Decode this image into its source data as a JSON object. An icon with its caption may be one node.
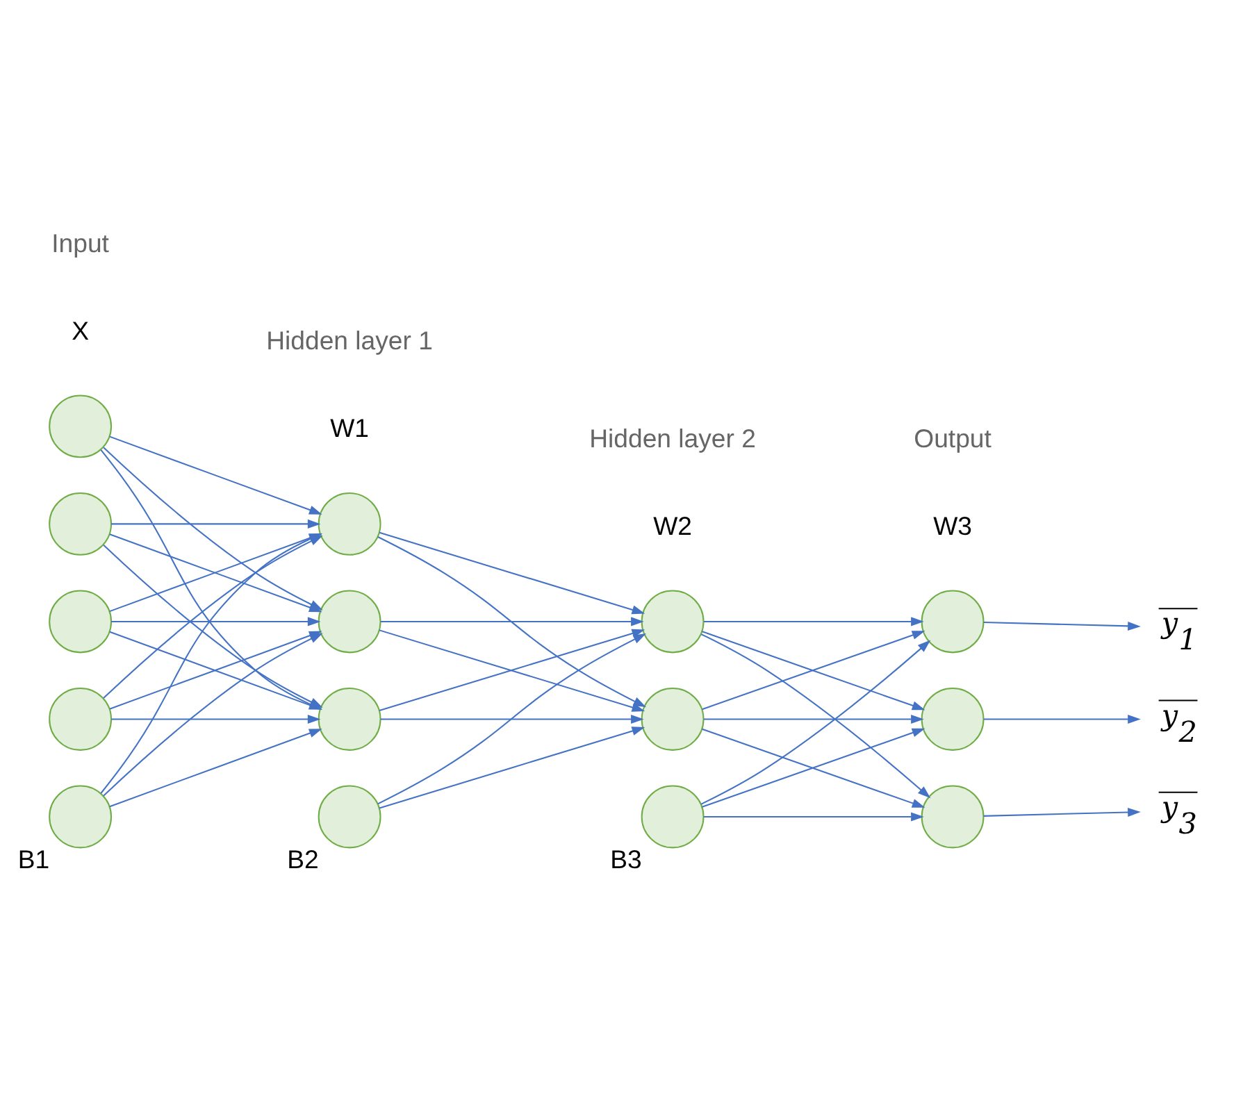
{
  "diagram": {
    "nodes": [
      {
        "text": [],
        "shape": "circle"
      },
      {
        "text": [],
        "shape": "circle"
      },
      {
        "text": [],
        "shape": "circle"
      },
      {
        "text": [],
        "shape": "circle"
      },
      {
        "text": [],
        "shape": "circle",
        "beside": [
          "B1"
        ]
      },
      {
        "text": [],
        "shape": "circle"
      },
      {
        "text": [],
        "shape": "circle"
      },
      {
        "text": [],
        "shape": "circle"
      },
      {
        "text": [],
        "shape": "circle",
        "beside": [
          "B2"
        ]
      },
      {
        "text": [],
        "shape": "circle"
      },
      {
        "text": [],
        "shape": "circle"
      },
      {
        "text": [],
        "shape": "circle",
        "beside": [
          "B3"
        ]
      },
      {
        "text": [],
        "shape": "circle"
      },
      {
        "text": [],
        "shape": "circle"
      },
      {
        "text": [],
        "shape": "circle"
      },
      {
        "text": [
          "y$_{1}$"
        ]
      },
      {
        "text": [
          "y$_{2}$"
        ]
      },
      {
        "text": [
          "y$_{3}$"
        ]
      }
    ],
    "edges": [
      {
        "from": 0,
        "to": 5,
        "arrow": "to"
      },
      {
        "from": 0,
        "to": 6,
        "arrow": "to"
      },
      {
        "from": 0,
        "to": 7,
        "arrow": "to"
      },
      {
        "from": 1,
        "to": 5,
        "arrow": "to"
      },
      {
        "from": 1,
        "to": 6,
        "arrow": "to"
      },
      {
        "from": 1,
        "to": 7,
        "arrow": "to"
      },
      {
        "from": 2,
        "to": 5,
        "arrow": "to"
      },
      {
        "from": 2,
        "to": 6,
        "arrow": "to"
      },
      {
        "from": 2,
        "to": 7,
        "arrow": "to"
      },
      {
        "from": 3,
        "to": 5,
        "arrow": "to"
      },
      {
        "from": 3,
        "to": 6,
        "arrow": "to"
      },
      {
        "from": 3,
        "to": 7,
        "arrow": "to"
      },
      {
        "from": 4,
        "to": 5,
        "arrow": "to"
      },
      {
        "from": 4,
        "to": 6,
        "arrow": "to"
      },
      {
        "from": 4,
        "to": 7,
        "arrow": "to"
      },
      {
        "from": 5,
        "to": 9,
        "arrow": "to"
      },
      {
        "from": 5,
        "to": 10,
        "arrow": "to"
      },
      {
        "from": 6,
        "to": 9,
        "arrow": "to"
      },
      {
        "from": 6,
        "to": 10,
        "arrow": "to"
      },
      {
        "from": 7,
        "to": 9,
        "arrow": "to"
      },
      {
        "from": 7,
        "to": 10,
        "arrow": "to"
      },
      {
        "from": 8,
        "to": 9,
        "arrow": "to"
      },
      {
        "from": 8,
        "to": 10,
        "arrow": "to"
      },
      {
        "from": 9,
        "to": 12,
        "arrow": "to"
      },
      {
        "from": 9,
        "to": 13,
        "arrow": "to"
      },
      {
        "from": 9,
        "to": 14,
        "arrow": "to"
      },
      {
        "from": 10,
        "to": 12,
        "arrow": "to"
      },
      {
        "from": 10,
        "to": 13,
        "arrow": "to"
      },
      {
        "from": 10,
        "to": 14,
        "arrow": "to"
      },
      {
        "from": 11,
        "to": 12,
        "arrow": "to"
      },
      {
        "from": 11,
        "to": 13,
        "arrow": "to"
      },
      {
        "from": 11,
        "to": 14,
        "arrow": "to"
      },
      {
        "from": 12,
        "to": 15,
        "arrow": "to"
      },
      {
        "from": 13,
        "to": 16,
        "arrow": "to"
      },
      {
        "from": 14,
        "to": 17,
        "arrow": "to"
      }
    ],
    "labels": [
      "Input",
      "Hidden layer 1",
      "X",
      "W1",
      "Output",
      "Hidden layer 2",
      "W2",
      "W3"
    ]
  }
}
